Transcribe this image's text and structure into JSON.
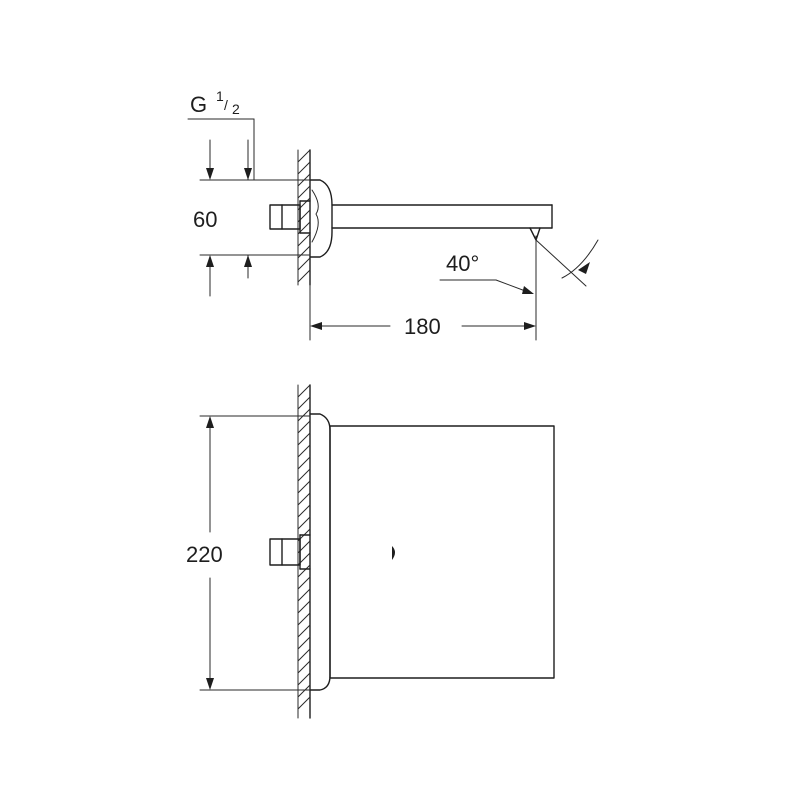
{
  "thread_label": {
    "letter": "G",
    "numerator": "1",
    "slash": "/",
    "denominator": "2"
  },
  "dimensions": {
    "outlet_height": "60",
    "projection": "180",
    "angle": "40°",
    "plate_height": "220"
  }
}
